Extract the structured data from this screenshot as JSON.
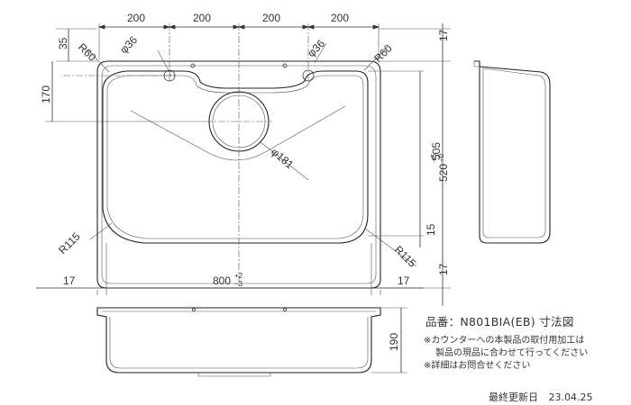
{
  "drawing": {
    "top_view": {
      "widths": [
        "200",
        "200",
        "200",
        "200"
      ],
      "left_offset": "35",
      "top_offset_right": "17",
      "vertical_170": "170",
      "radius_corner_top": "R60",
      "radius_corner_top_right": "R60",
      "hole_left": "φ36",
      "hole_right": "φ36",
      "drain": "φ181",
      "right_505": "505",
      "right_520": "520",
      "right_520_tol_plus": "+5",
      "right_520_tol_minus": "−0",
      "right_15": "15",
      "right_17_bottom": "17",
      "radius_bottom_left": "R115",
      "radius_bottom_right": "R115",
      "bottom_left_17": "17",
      "bottom_right_17": "17",
      "overall_width": "800",
      "overall_width_tol_plus": "+2",
      "overall_width_tol_minus": "−3"
    },
    "front_view": {
      "height": "190"
    }
  },
  "notes": {
    "title": "品番：N801BIA(EB) 寸法図",
    "lines": [
      "※カウンターへの本製品の取付用加工は",
      "製品の現品に合わせて行ってください",
      "※詳細はお問合せください"
    ]
  },
  "footer": {
    "label": "最終更新日",
    "date": "23.04.25"
  }
}
